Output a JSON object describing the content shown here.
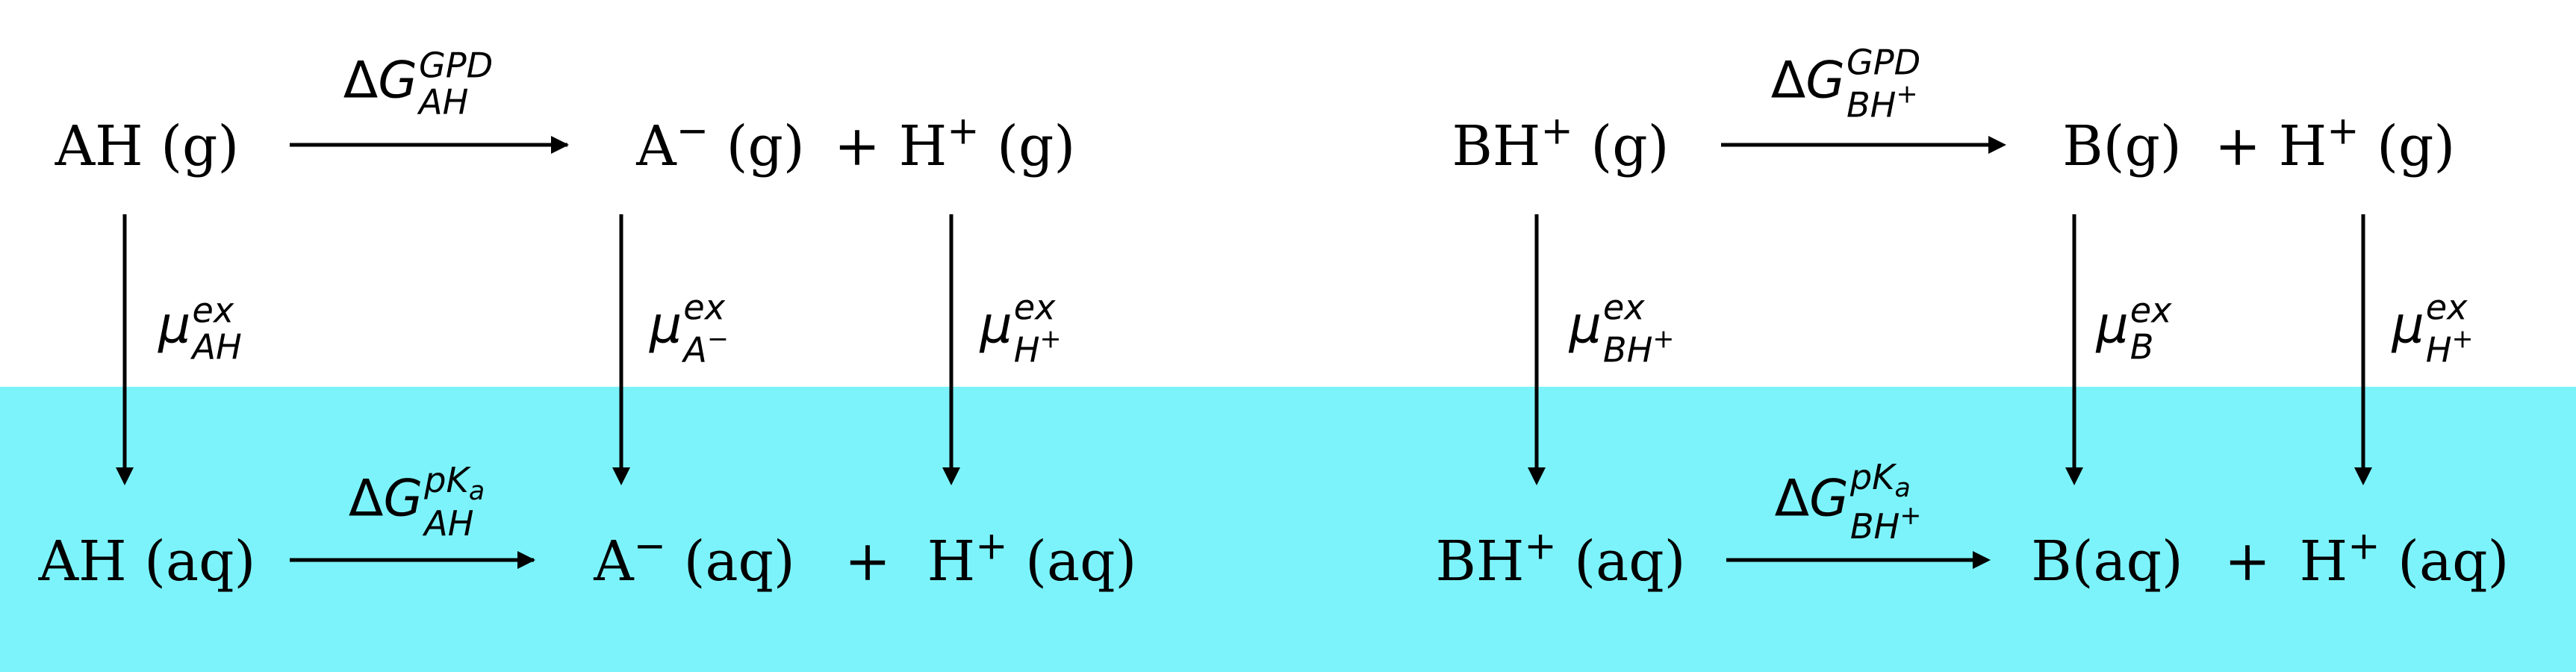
{
  "left_scheme": {
    "gas": {
      "acid": "AH (g)",
      "anion": "A",
      "anion_charge": "−",
      "anion_phase": " (g)",
      "plus": "+",
      "proton": "H",
      "proton_charge": "+",
      "proton_phase": " (g)"
    },
    "aq": {
      "acid": "AH (aq)",
      "anion": "A",
      "anion_charge": "−",
      "anion_phase": " (aq)",
      "plus": "+",
      "proton": "H",
      "proton_charge": "+",
      "proton_phase": " (aq)"
    },
    "labels": {
      "dg_gpd": {
        "delta": "Δ",
        "sym": "G",
        "sup": "GPD",
        "sub": "AH"
      },
      "dg_pka": {
        "delta": "Δ",
        "sym": "G",
        "sup_base": "pK",
        "sup_sub": "a",
        "sub": "AH"
      },
      "mu_acid": {
        "sym": "μ",
        "sup": "ex",
        "sub": "AH"
      },
      "mu_anion": {
        "sym": "μ",
        "sup": "ex",
        "sub": "A",
        "sub_charge": "−"
      },
      "mu_proton": {
        "sym": "μ",
        "sup": "ex",
        "sub": "H",
        "sub_charge": "+"
      }
    }
  },
  "right_scheme": {
    "gas": {
      "acid": "BH",
      "acid_charge": "+",
      "acid_phase": " (g)",
      "base": "B(g)",
      "plus": "+",
      "proton": "H",
      "proton_charge": "+",
      "proton_phase": " (g)"
    },
    "aq": {
      "acid": "BH",
      "acid_charge": "+",
      "acid_phase": " (aq)",
      "base": "B(aq)",
      "plus": "+",
      "proton": "H",
      "proton_charge": "+",
      "proton_phase": " (aq)"
    },
    "labels": {
      "dg_gpd": {
        "delta": "Δ",
        "sym": "G",
        "sup": "GPD",
        "sub": "BH",
        "sub_charge": "+"
      },
      "dg_pka": {
        "delta": "Δ",
        "sym": "G",
        "sup_base": "pK",
        "sup_sub": "a",
        "sub": "BH",
        "sub_charge": "+"
      },
      "mu_acid": {
        "sym": "μ",
        "sup": "ex",
        "sub": "BH",
        "sub_charge": "+"
      },
      "mu_base": {
        "sym": "μ",
        "sup": "ex",
        "sub": "B"
      },
      "mu_proton": {
        "sym": "μ",
        "sup": "ex",
        "sub": "H",
        "sub_charge": "+"
      }
    }
  },
  "colors": {
    "aqueous_band": "#7cf3fa",
    "ink": "#000000"
  }
}
